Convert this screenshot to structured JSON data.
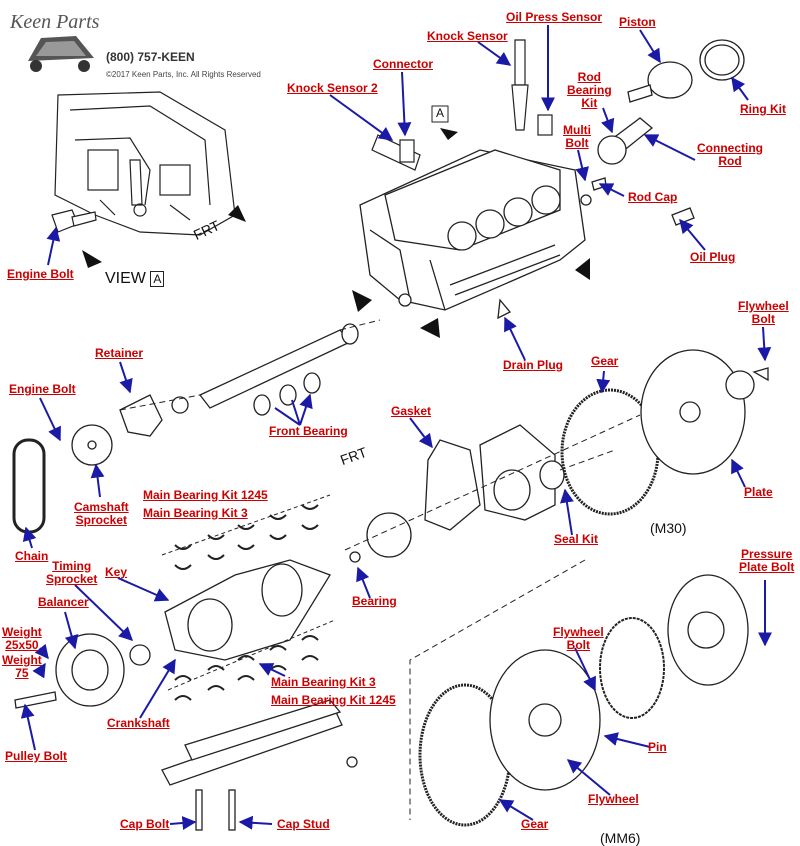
{
  "header": {
    "logo_text": "Keen Parts",
    "phone": "(800) 757-KEEN",
    "copyright": "©2017 Keen Parts, Inc. All Rights Reserved"
  },
  "labels": {
    "knock_sensor": "Knock Sensor",
    "oil_press_sensor": "Oil Press Sensor",
    "piston": "Piston",
    "connector": "Connector",
    "rod_bearing_kit": "Rod\nBearing\nKit",
    "ring_kit": "Ring Kit",
    "knock_sensor_2": "Knock Sensor 2",
    "multi_bolt": "Multi\nBolt",
    "connecting_rod": "Connecting\nRod",
    "rod_cap": "Rod Cap",
    "oil_plug": "Oil Plug",
    "engine_bolt_top": "Engine Bolt",
    "drain_plug": "Drain Plug",
    "flywheel_bolt_top": "Flywheel\nBolt",
    "retainer": "Retainer",
    "gear_top": "Gear",
    "engine_bolt_mid": "Engine Bolt",
    "gasket": "Gasket",
    "front_bearing": "Front Bearing",
    "plate": "Plate",
    "camshaft_sprocket": "Camshaft\nSprocket",
    "main_bearing_kit_1245_top": "Main Bearing Kit 1245",
    "main_bearing_kit_3_top": "Main Bearing Kit 3",
    "seal_kit": "Seal Kit",
    "chain": "Chain",
    "timing_sprocket": "Timing\nSprocket",
    "key": "Key",
    "pressure_plate_bolt": "Pressure\nPlate Bolt",
    "balancer": "Balancer",
    "bearing": "Bearing",
    "weight_25x50": "Weight\n25x50",
    "weight_75": "Weight\n75",
    "flywheel_bolt_bottom": "Flywheel\nBolt",
    "main_bearing_kit_3_bottom": "Main Bearing Kit 3",
    "main_bearing_kit_1245_bottom": "Main Bearing Kit 1245",
    "crankshaft": "Crankshaft",
    "pin": "Pin",
    "pulley_bolt": "Pulley Bolt",
    "flywheel": "Flywheel",
    "cap_bolt": "Cap Bolt",
    "cap_stud": "Cap Stud",
    "gear_bottom": "Gear"
  },
  "annotations": {
    "view_a": "VIEW",
    "view_a_box": "A",
    "frt_top": "FRT",
    "frt_mid": "FRT",
    "callout_a": "A",
    "m30": "(M30)",
    "mm6": "(MM6)"
  },
  "colors": {
    "label": "#cc0000",
    "arrow": "#1a1aa6",
    "line": "#222222"
  }
}
